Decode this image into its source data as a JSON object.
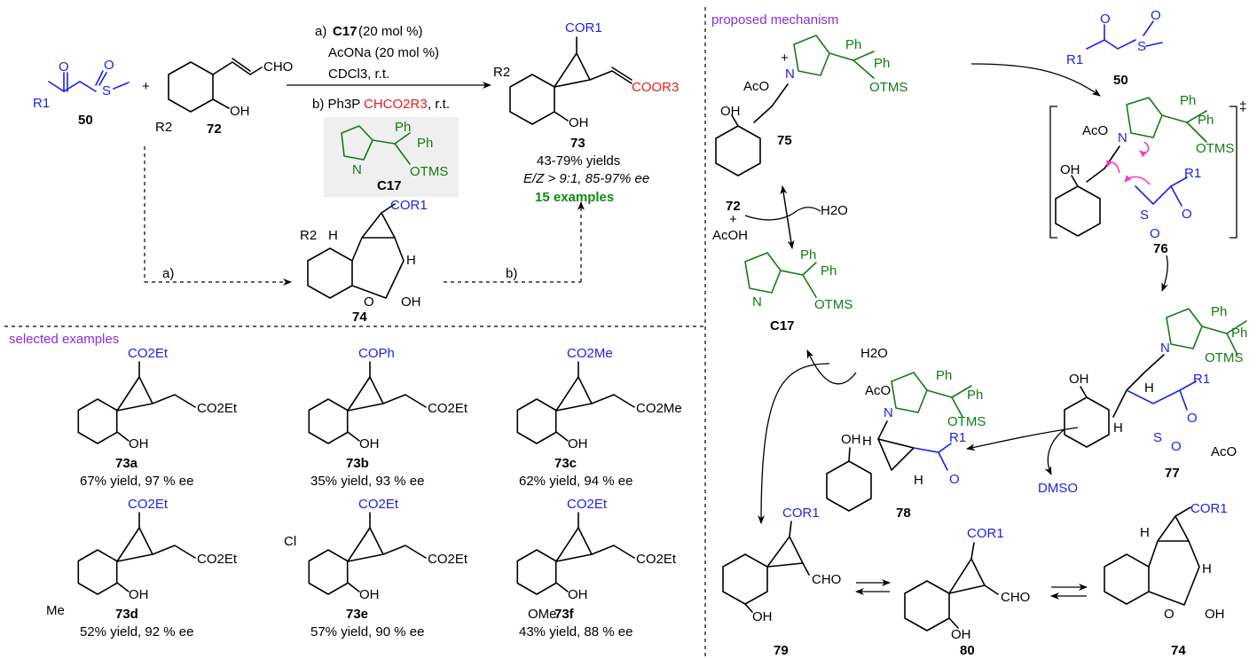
{
  "sections": {
    "selected_examples": "selected examples",
    "proposed_mechanism": "proposed mechanism"
  },
  "reaction": {
    "reagent_50_label": "50",
    "reagent_72_label": "72",
    "plus": "+",
    "conditions_a_prefix": "a)",
    "conditions_a_catalyst": "C17",
    "conditions_a_catalyst_loading": "(20 mol %)",
    "conditions_a_base": "AcONa (20 mol %)",
    "conditions_a_solvent": "CDCl3, r.t.",
    "conditions_b_prefix": "b) Ph3P",
    "conditions_b_ylide": "CHCO2R3",
    "conditions_b_suffix": ", r.t.",
    "catalyst_label": "C17",
    "product_label": "73",
    "product_yield": "43-79% yields",
    "product_selectivity": "E/Z > 9:1, 85-97% ee",
    "product_examples": "15 examples",
    "intermediate_label": "74",
    "step_a": "a)",
    "step_b": "b)"
  },
  "atoms": {
    "COR1": "COR1",
    "CHO": "CHO",
    "OH": "OH",
    "COOR3": "COOR3",
    "R1": "R1",
    "R2": "R2",
    "O": "O",
    "S": "S",
    "Ph": "Ph",
    "OTMS": "OTMS",
    "N": "N",
    "H": "H",
    "AcO": "AcO",
    "H2O": "H2O",
    "AcOH": "AcOH",
    "DMSO": "DMSO",
    "plus_sign": "+",
    "dagger": "‡"
  },
  "examples": [
    {
      "id": "73a",
      "substituent": "CO2Et",
      "ester": "CO2Et",
      "result": "67% yield, 97 % ee"
    },
    {
      "id": "73b",
      "substituent": "COPh",
      "ester": "CO2Et",
      "result": "35% yield, 93 % ee"
    },
    {
      "id": "73c",
      "substituent": "CO2Me",
      "ester": "CO2Me",
      "result": "62% yield, 94 % ee"
    },
    {
      "id": "73d",
      "substituent": "CO2Et",
      "ester": "CO2Et",
      "ring_sub": "Me",
      "result": "52% yield, 92 % ee"
    },
    {
      "id": "73e",
      "substituent": "CO2Et",
      "ester": "CO2Et",
      "ring_sub": "Cl",
      "result": "57% yield, 90 % ee"
    },
    {
      "id": "73f",
      "substituent": "CO2Et",
      "ester": "CO2Et",
      "ring_sub": "OMe",
      "result": "43% yield, 88 % ee"
    }
  ],
  "mechanism": {
    "labels": [
      "75",
      "50",
      "76",
      "77",
      "78",
      "C17",
      "72",
      "79",
      "80",
      "74"
    ]
  }
}
